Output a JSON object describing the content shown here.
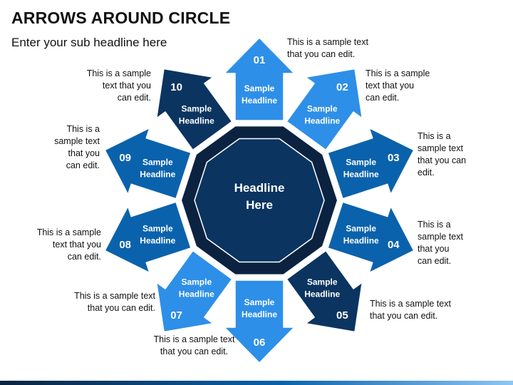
{
  "title": "ARROWS AROUND CIRCLE",
  "subtitle": "Enter your sub headline here",
  "center": {
    "line1": "Headline",
    "line2": "Here"
  },
  "colors": {
    "dark": "#0b3460",
    "medium": "#0a62ac",
    "light": "#2e8fe8",
    "center_outer": "#0b2340",
    "center_inner": "#0b3460",
    "stroke": "#ffffff"
  },
  "arrows": [
    {
      "num": "01",
      "line1": "Sample",
      "line2": "Headline",
      "shade": "light",
      "desc": [
        "This is a sample text",
        "that you can edit."
      ]
    },
    {
      "num": "02",
      "line1": "Sample",
      "line2": "Headline",
      "shade": "light",
      "desc": [
        "This is a sample",
        "text that you",
        "can edit."
      ]
    },
    {
      "num": "03",
      "line1": "Sample",
      "line2": "Headline",
      "shade": "medium",
      "desc": [
        "This is a",
        "sample text",
        "that you can",
        "edit."
      ]
    },
    {
      "num": "04",
      "line1": "Sample",
      "line2": "Headline",
      "shade": "medium",
      "desc": [
        "This is a",
        "sample text",
        "that you",
        "can edit."
      ]
    },
    {
      "num": "05",
      "line1": "Sample",
      "line2": "Headline",
      "shade": "dark",
      "desc": [
        "This is a sample text",
        "that you can edit."
      ]
    },
    {
      "num": "06",
      "line1": "Sample",
      "line2": "Headline",
      "shade": "light",
      "desc": [
        "This is a sample text",
        "that you can edit."
      ]
    },
    {
      "num": "07",
      "line1": "Sample",
      "line2": "Headline",
      "shade": "light",
      "desc": [
        "This is a sample text",
        "that you can edit."
      ]
    },
    {
      "num": "08",
      "line1": "Sample",
      "line2": "Headline",
      "shade": "medium",
      "desc": [
        "This is a sample",
        "text that you",
        "can edit."
      ]
    },
    {
      "num": "09",
      "line1": "Sample",
      "line2": "Headline",
      "shade": "medium",
      "desc": [
        "This is a",
        "sample text",
        "that you",
        "can edit."
      ]
    },
    {
      "num": "10",
      "line1": "Sample",
      "line2": "Headline",
      "shade": "dark",
      "desc": [
        "This is a sample",
        "text that you",
        "can edit."
      ]
    }
  ]
}
